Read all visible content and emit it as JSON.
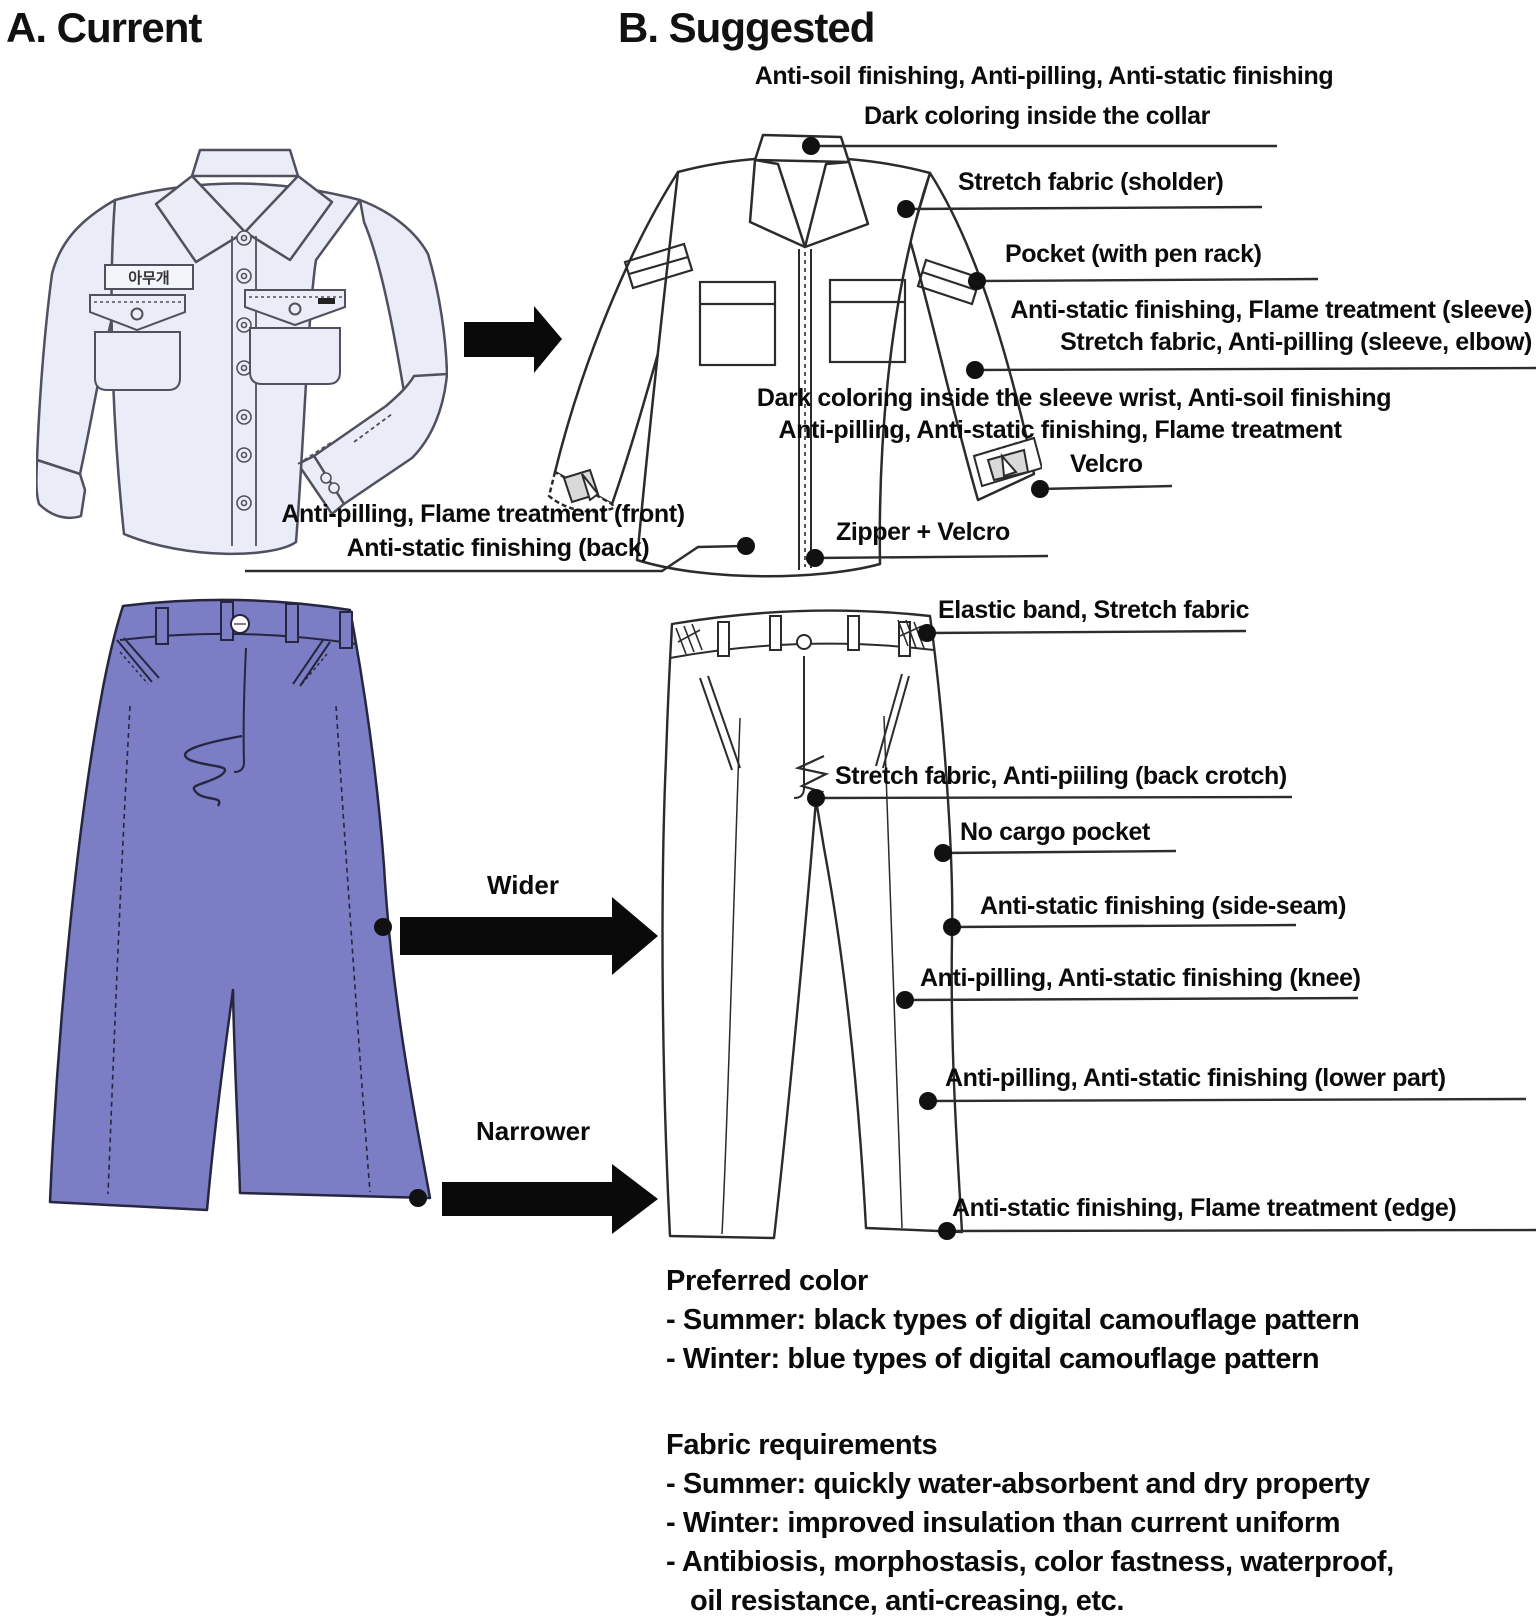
{
  "titles": {
    "current": "A. Current",
    "suggested": "B. Suggested"
  },
  "name_tag": "아무개",
  "shirt_annotations": {
    "antisoil": "Anti-soil finishing, Anti-pilling, Anti-static finishing",
    "collar": "Dark coloring inside the collar",
    "shoulder": "Stretch fabric (sholder)",
    "pocket": "Pocket (with pen rack)",
    "sleeve_line1": "Anti-static finishing, Flame treatment (sleeve)",
    "sleeve_line2": "Stretch fabric, Anti-pilling (sleeve, elbow)",
    "wrist_line1": "Dark coloring inside the sleeve wrist, Anti-soil finishing",
    "wrist_line2": "Anti-pilling, Anti-static finishing, Flame treatment",
    "velcro": "Velcro",
    "zipper": "Zipper + Velcro",
    "front": "Anti-pilling, Flame treatment (front)",
    "back": "Anti-static finishing (back)"
  },
  "pants_annotations": {
    "elastic": "Elastic band, Stretch fabric",
    "crotch": "Stretch fabric, Anti-piiling (back crotch)",
    "cargo": "No cargo pocket",
    "sideseam": "Anti-static finishing (side-seam)",
    "knee": "Anti-pilling, Anti-static finishing (knee)",
    "lower": "Anti-pilling, Anti-static finishing (lower part)",
    "edge": "Anti-static finishing, Flame treatment (edge)",
    "wider": "Wider",
    "narrower": "Narrower"
  },
  "notes": {
    "preferred_color_title": "Preferred color",
    "preferred_color_items": [
      "- Summer: black types of digital camouflage pattern",
      "- Winter: blue types of digital camouflage pattern"
    ],
    "fabric_title": "Fabric requirements",
    "fabric_items": [
      "- Summer: quickly water-absorbent and dry property",
      "- Winter: improved insulation than current uniform",
      "- Antibiosis, morphostasis, color fastness, waterproof,",
      "oil resistance, anti-creasing, etc."
    ]
  },
  "colors": {
    "current_shirt_fill": "#eaecf8",
    "current_pants_fill": "#7b7dc5",
    "suggested_fill": "#ffffff",
    "line_ink": "#2d2d2d",
    "arrow_black": "#0a0a0a"
  }
}
